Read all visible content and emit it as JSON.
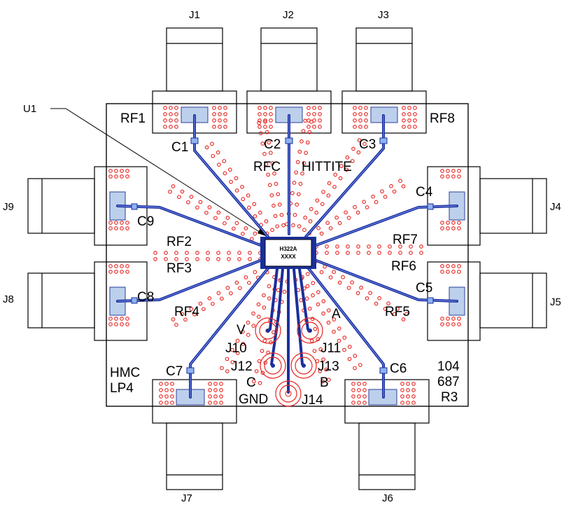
{
  "labels": {
    "rf1": "RF1",
    "rf2": "RF2",
    "rf3": "RF3",
    "rf4": "RF4",
    "rf5": "RF5",
    "rf6": "RF6",
    "rf7": "RF7",
    "rf8": "RF8",
    "rfc": "RFC",
    "hittite": "HITTITE",
    "c1": "C1",
    "c2": "C2",
    "c3": "C3",
    "c4": "C4",
    "c5": "C5",
    "c6": "C6",
    "c7": "C7",
    "c8": "C8",
    "c9": "C9",
    "j1": "J1",
    "j2": "J2",
    "j3": "J3",
    "j4": "J4",
    "j5": "J5",
    "j6": "J6",
    "j7": "J7",
    "j8": "J8",
    "j9": "J9",
    "j10": "J10",
    "j11": "J11",
    "j12": "J12",
    "j13": "J13",
    "j14": "J14",
    "u1": "U1",
    "v": "V",
    "a": "A",
    "c": "C",
    "b": "B",
    "gnd": "GND",
    "hmc": "HMC",
    "lp4": "LP4",
    "code1": "104",
    "code2": "687",
    "code3": "R3"
  },
  "chip": {
    "line1": "H322A",
    "line2": "XXXX"
  },
  "colors": {
    "trace": "#1a2f9c",
    "via": "#e8231e",
    "pad": "#bcd0ec",
    "outline": "#000000"
  }
}
